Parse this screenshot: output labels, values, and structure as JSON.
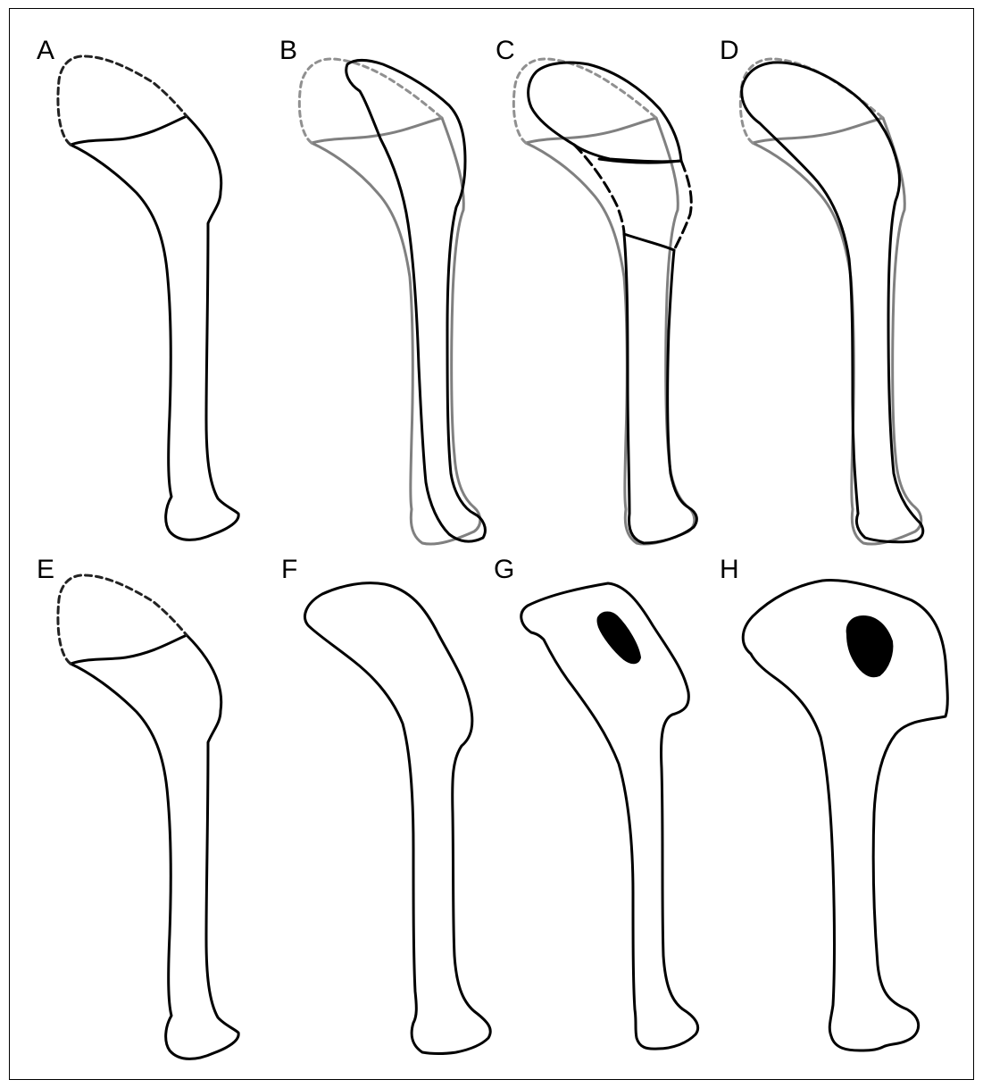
{
  "figure": {
    "panel_labels": {
      "a": "A",
      "b": "B",
      "c": "C",
      "d": "D",
      "e": "E",
      "f": "F",
      "g": "G",
      "h": "H"
    },
    "colors": {
      "outline": "#000000",
      "reference_outline": "#808080",
      "dashed_outline": "#222222",
      "reference_dashed": "#909090",
      "fill": "#ffffff",
      "solid_mark": "#000000"
    }
  }
}
